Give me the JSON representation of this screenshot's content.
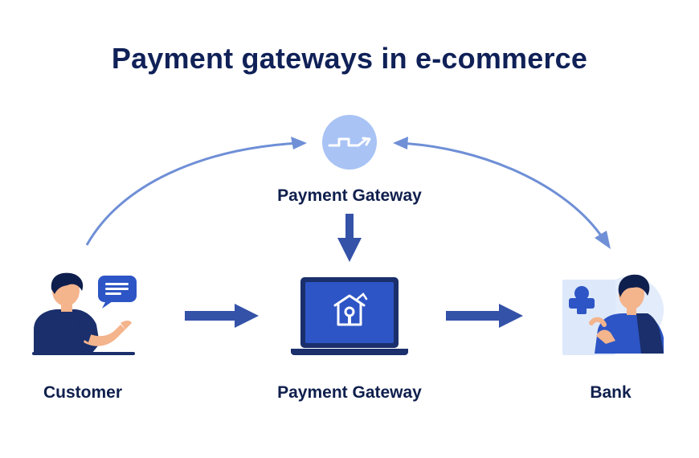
{
  "title": "Payment gateways in e-commerce",
  "nodes": {
    "gateway_top": {
      "label": "Payment Gateway",
      "icon": "exchange-arrows-icon"
    },
    "customer": {
      "label": "Customer",
      "icon": "customer-person-icon"
    },
    "gateway_center": {
      "label": "Payment Gateway",
      "icon": "laptop-store-icon"
    },
    "bank": {
      "label": "Bank",
      "icon": "bank-person-icon"
    }
  },
  "colors": {
    "title": "#102158",
    "navy": "#1a2f6b",
    "primary_blue": "#2d55c5",
    "arrow_blue": "#3452a8",
    "curve_blue": "#6f8fd6",
    "light_blue": "#a9c3f5",
    "pale_blue": "#e3ecfb",
    "skin": "#f4b48c"
  }
}
